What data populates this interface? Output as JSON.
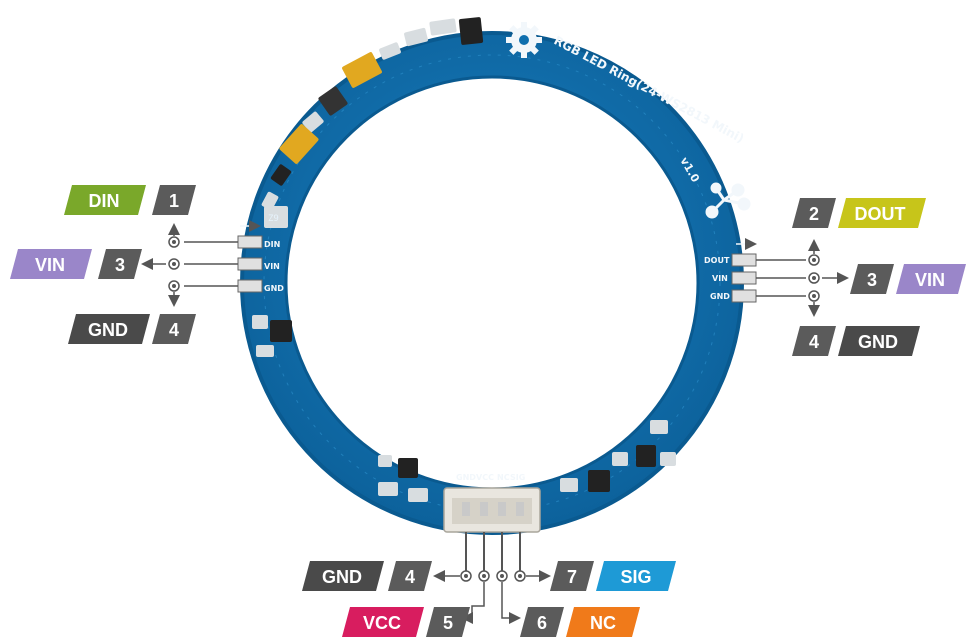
{
  "board": {
    "title": "RGB LED Ring(24-WS2813 Mini)",
    "version": "v1.0",
    "left_pads": [
      "DIN",
      "VIN",
      "GND"
    ],
    "right_pads": [
      "DOUT",
      "VIN",
      "GND"
    ],
    "connector_pins": [
      "GND",
      "VCC",
      "NC",
      "SIG"
    ],
    "component_marking": "Z9",
    "colors": {
      "pcb": "#0f6fae",
      "pcb_edge": "#0a5a90",
      "connector": "#e9e6df"
    }
  },
  "labels": {
    "left_din": {
      "num": "1",
      "text": "DIN",
      "color": "#7aa82a"
    },
    "left_vin": {
      "num": "3",
      "text": "VIN",
      "color": "#9a86c9"
    },
    "left_gnd": {
      "num": "4",
      "text": "GND",
      "color": "#4a4a4a"
    },
    "right_dout": {
      "num": "2",
      "text": "DOUT",
      "color": "#c7c51a"
    },
    "right_vin": {
      "num": "3",
      "text": "VIN",
      "color": "#9a86c9"
    },
    "right_gnd": {
      "num": "4",
      "text": "GND",
      "color": "#4a4a4a"
    },
    "bottom_gnd": {
      "num": "4",
      "text": "GND",
      "color": "#4a4a4a"
    },
    "bottom_vcc": {
      "num": "5",
      "text": "VCC",
      "color": "#d81d5f"
    },
    "bottom_nc": {
      "num": "6",
      "text": "NC",
      "color": "#f07a1a"
    },
    "bottom_sig": {
      "num": "7",
      "text": "SIG",
      "color": "#1e9ad6"
    }
  },
  "num_box_color": "#5b5b5b",
  "icons": [
    "gear-icon",
    "network-icon"
  ]
}
